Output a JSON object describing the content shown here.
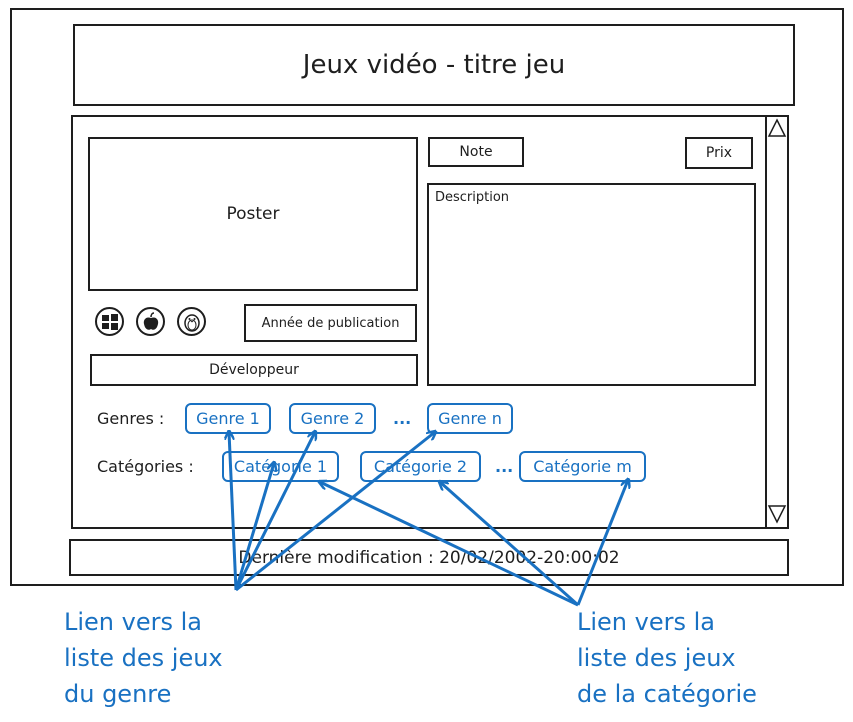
{
  "header": {
    "title": "Jeux vidéo - titre jeu"
  },
  "poster": {
    "label": "Poster"
  },
  "platforms": [
    {
      "icon": "windows-icon"
    },
    {
      "icon": "apple-icon"
    },
    {
      "icon": "linux-icon"
    }
  ],
  "year_field": {
    "label": "Année de publication"
  },
  "developer_field": {
    "label": "Développeur"
  },
  "note_field": {
    "label": "Note"
  },
  "price_field": {
    "label": "Prix"
  },
  "description": {
    "label": "Description"
  },
  "genres": {
    "label": "Genres :",
    "items": [
      "Genre 1",
      "Genre 2",
      "Genre n"
    ],
    "ellipsis": "..."
  },
  "categories": {
    "label": "Catégories :",
    "items": [
      "Catégorie 1",
      "Catégorie 2",
      "Catégorie m"
    ],
    "ellipsis": "..."
  },
  "footer": {
    "last_modified": "Dernière modification : 20/02/2002-20:00:02"
  },
  "annotations": {
    "genre_link": "Lien vers la\nliste des jeux\ndu genre",
    "category_link": "Lien vers la\nliste des jeux\nde la catégorie"
  },
  "colors": {
    "accent": "#1971c2",
    "stroke": "#1e1e1e"
  }
}
